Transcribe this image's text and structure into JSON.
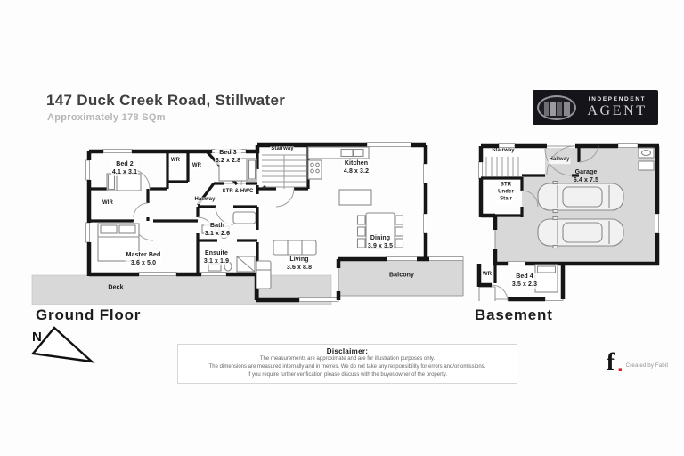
{
  "header": {
    "title": "147 Duck Creek Road, Stillwater",
    "subtitle": "Approximately 178 SQm"
  },
  "logo": {
    "line1": "INDEPENDENT",
    "line2": "AGENT"
  },
  "ground_floor": {
    "title": "Ground Floor",
    "rooms": {
      "bed2": "Bed 2\n4.1 x 3.1",
      "wr_a": "WR",
      "wr_b": "WR",
      "bed3": "Bed 3\n3.2 x 2.8",
      "stairway": "Stairway",
      "kitchen": "Kitchen\n4.8 x 3.2",
      "str_hwc": "STR & HWC",
      "hallway": "Hallway",
      "wir": "WIR",
      "bath": "Bath\n3.1 x 2.6",
      "ensuite": "Ensuite\n3.1 x 1.9",
      "master_bed": "Master Bed\n3.6 x 5.0",
      "living": "Living\n3.6 x 8.8",
      "dining": "Dining\n3.9 x 3.5",
      "balcony": "Balcony",
      "deck": "Deck"
    }
  },
  "basement": {
    "title": "Basement",
    "rooms": {
      "stairway": "Stairway",
      "hallway": "Hallway",
      "str_under_stair": "STR\nUnder\nStair",
      "garage": "Garage\n6.4 x 7.5",
      "wr": "WR",
      "bed4": "Bed 4\n3.5 x 2.3"
    }
  },
  "compass": {
    "label": "N"
  },
  "disclaimer": {
    "title": "Disclaimer:",
    "line1": "The measurements are approximate and are for illustration purposes only.",
    "line2": "The dimensions are measured internally and in metres. We do not take any responsibility for errors and/or omissions.",
    "line3": "If you require further verification please discuss with the buyer/owner of the property."
  },
  "credit": {
    "mark": "f",
    "dot": ".",
    "text": "Created by Fabit"
  },
  "colors": {
    "wall": "#151515",
    "area_gray": "#d8d8d8",
    "logo_background": "#141419",
    "accent_red": "#d8222a"
  }
}
